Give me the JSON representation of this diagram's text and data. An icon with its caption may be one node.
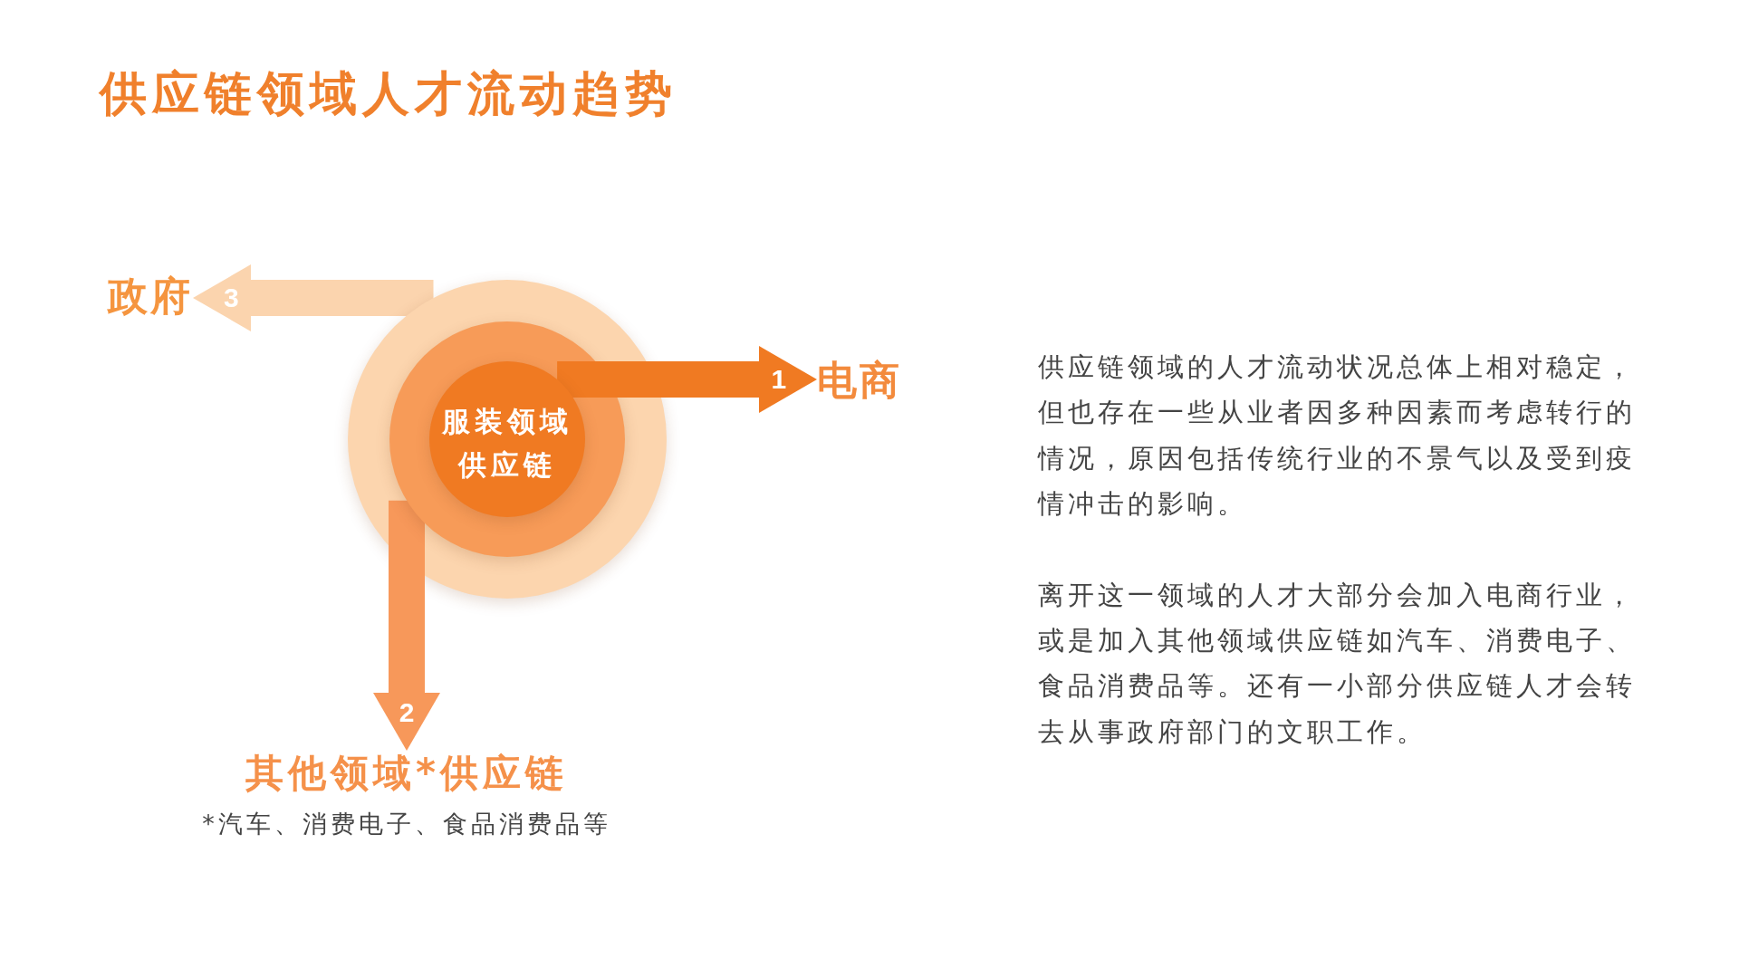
{
  "diagram": {
    "title": "供应链领域人才流动趋势",
    "nodes": [
      {
        "text": [],
        "shape": "circle"
      },
      {
        "text": [],
        "shape": "circle",
        "in": 0
      },
      {
        "text": [
          "服装领域供应链"
        ],
        "in": 1
      },
      {
        "text": [
          "电商"
        ]
      },
      {
        "text": [
          "其他领域*供应链"
        ],
        "beside": [
          "*汽车、消费电子、食品消费品等"
        ]
      },
      {
        "text": [
          "政府"
        ]
      }
    ],
    "edges": [
      {
        "from": 2,
        "to": 3,
        "arrow": "to",
        "label": "1",
        "color": "#f07a22"
      },
      {
        "from": 1,
        "to": 4,
        "arrow": "to",
        "label": "2",
        "color": "#f7985a"
      },
      {
        "from": 0,
        "to": 5,
        "arrow": "to",
        "label": "3",
        "color": "#fbd4ae"
      }
    ],
    "labels": [
      "供应链领域的人才流动状况总体上相对稳定，但也存在一些从业者因多种因素而考虑转行的情况，原因包括传统行业的不景气以及受到疫情冲击的影响。",
      "离开这一领域的人才大部分会加入电商行业，或是加入其他领域供应链如汽车、消费电子、食品消费品等。还有一小部分供应链人才会转去从事政府部门的文职工作。"
    ]
  }
}
